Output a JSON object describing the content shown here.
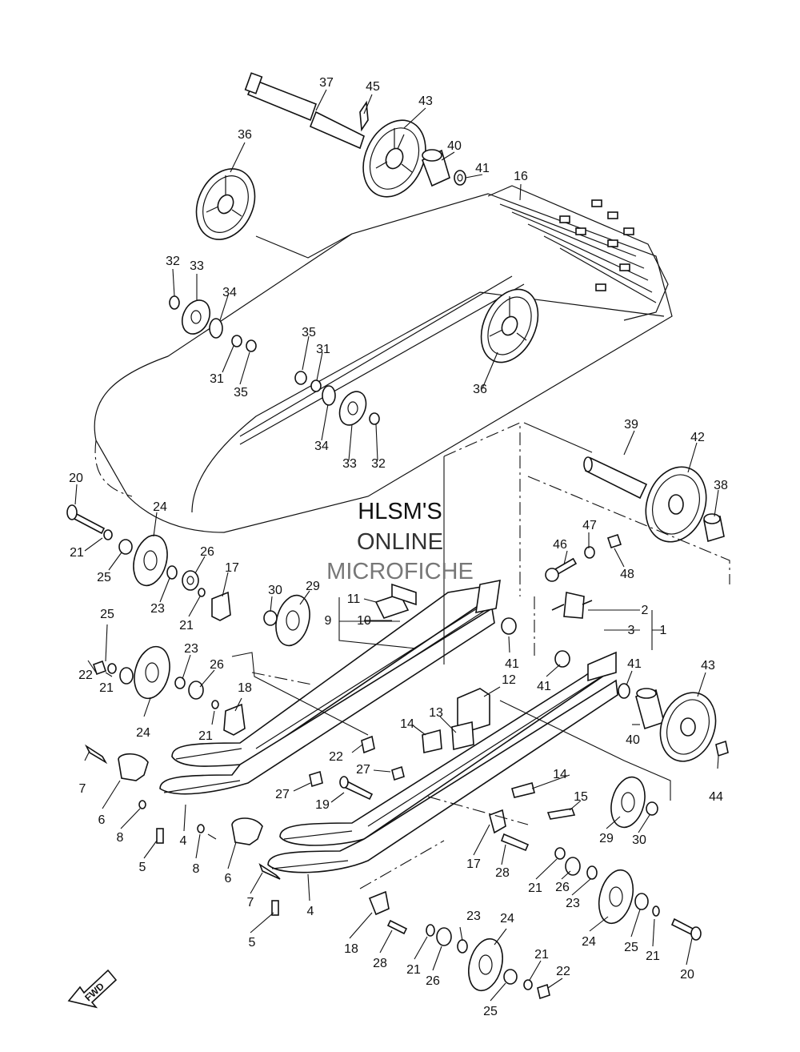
{
  "watermark": {
    "line1": "HLSM'S",
    "line2": "ONLINE",
    "line3": "MICROFICHE",
    "line1_color": "#111111",
    "line2_color": "#333333",
    "line3_color": "#777777"
  },
  "fwd_label": "FWD",
  "callouts": [
    {
      "id": "c37",
      "n": "37"
    },
    {
      "id": "c45",
      "n": "45"
    },
    {
      "id": "c43a",
      "n": "43"
    },
    {
      "id": "c36a",
      "n": "36"
    },
    {
      "id": "c40a",
      "n": "40"
    },
    {
      "id": "c41a",
      "n": "41"
    },
    {
      "id": "c16",
      "n": "16"
    },
    {
      "id": "c32a",
      "n": "32"
    },
    {
      "id": "c33a",
      "n": "33"
    },
    {
      "id": "c34a",
      "n": "34"
    },
    {
      "id": "c31a",
      "n": "31"
    },
    {
      "id": "c35a",
      "n": "35"
    },
    {
      "id": "c35b",
      "n": "35"
    },
    {
      "id": "c31b",
      "n": "31"
    },
    {
      "id": "c36b",
      "n": "36"
    },
    {
      "id": "c34b",
      "n": "34"
    },
    {
      "id": "c33b",
      "n": "33"
    },
    {
      "id": "c32b",
      "n": "32"
    },
    {
      "id": "c39",
      "n": "39"
    },
    {
      "id": "c42",
      "n": "42"
    },
    {
      "id": "c38",
      "n": "38"
    },
    {
      "id": "c20a",
      "n": "20"
    },
    {
      "id": "c24a",
      "n": "24"
    },
    {
      "id": "c21a",
      "n": "21"
    },
    {
      "id": "c25a",
      "n": "25"
    },
    {
      "id": "c26a",
      "n": "26"
    },
    {
      "id": "c17a",
      "n": "17"
    },
    {
      "id": "c23a",
      "n": "23"
    },
    {
      "id": "c21b",
      "n": "21"
    },
    {
      "id": "c30a",
      "n": "30"
    },
    {
      "id": "c29a",
      "n": "29"
    },
    {
      "id": "c11",
      "n": "11"
    },
    {
      "id": "c9",
      "n": "9"
    },
    {
      "id": "c10",
      "n": "10"
    },
    {
      "id": "c47",
      "n": "47"
    },
    {
      "id": "c46",
      "n": "46"
    },
    {
      "id": "c48",
      "n": "48"
    },
    {
      "id": "c2",
      "n": "2"
    },
    {
      "id": "c3",
      "n": "3"
    },
    {
      "id": "c1",
      "n": "1"
    },
    {
      "id": "c25b",
      "n": "25"
    },
    {
      "id": "c22a",
      "n": "22"
    },
    {
      "id": "c21c",
      "n": "21"
    },
    {
      "id": "c23b",
      "n": "23"
    },
    {
      "id": "c26b",
      "n": "26"
    },
    {
      "id": "c24b",
      "n": "24"
    },
    {
      "id": "c41b",
      "n": "41"
    },
    {
      "id": "c41c",
      "n": "41"
    },
    {
      "id": "c41d",
      "n": "41"
    },
    {
      "id": "c43b",
      "n": "43"
    },
    {
      "id": "c18a",
      "n": "18"
    },
    {
      "id": "c21d",
      "n": "21"
    },
    {
      "id": "c12",
      "n": "12"
    },
    {
      "id": "c40b",
      "n": "40"
    },
    {
      "id": "c14a",
      "n": "14"
    },
    {
      "id": "c13",
      "n": "13"
    },
    {
      "id": "c22b",
      "n": "22"
    },
    {
      "id": "c44",
      "n": "44"
    },
    {
      "id": "c7a",
      "n": "7"
    },
    {
      "id": "c27a",
      "n": "27"
    },
    {
      "id": "c27b",
      "n": "27"
    },
    {
      "id": "c19",
      "n": "19"
    },
    {
      "id": "c14b",
      "n": "14"
    },
    {
      "id": "c6a",
      "n": "6"
    },
    {
      "id": "c8a",
      "n": "8"
    },
    {
      "id": "c4a",
      "n": "4"
    },
    {
      "id": "c15",
      "n": "15"
    },
    {
      "id": "c29b",
      "n": "29"
    },
    {
      "id": "c30b",
      "n": "30"
    },
    {
      "id": "c5a",
      "n": "5"
    },
    {
      "id": "c8b",
      "n": "8"
    },
    {
      "id": "c6b",
      "n": "6"
    },
    {
      "id": "c17b",
      "n": "17"
    },
    {
      "id": "c28a",
      "n": "28"
    },
    {
      "id": "c7b",
      "n": "7"
    },
    {
      "id": "c21e",
      "n": "21"
    },
    {
      "id": "c26c",
      "n": "26"
    },
    {
      "id": "c23c",
      "n": "23"
    },
    {
      "id": "c4b",
      "n": "4"
    },
    {
      "id": "c5b",
      "n": "5"
    },
    {
      "id": "c23d",
      "n": "23"
    },
    {
      "id": "c24c",
      "n": "24"
    },
    {
      "id": "c24d",
      "n": "24"
    },
    {
      "id": "c25c",
      "n": "25"
    },
    {
      "id": "c21f",
      "n": "21"
    },
    {
      "id": "c18b",
      "n": "18"
    },
    {
      "id": "c28b",
      "n": "28"
    },
    {
      "id": "c21g",
      "n": "21"
    },
    {
      "id": "c26d",
      "n": "26"
    },
    {
      "id": "c21h",
      "n": "21"
    },
    {
      "id": "c22c",
      "n": "22"
    },
    {
      "id": "c20b",
      "n": "20"
    },
    {
      "id": "c25d",
      "n": "25"
    }
  ]
}
